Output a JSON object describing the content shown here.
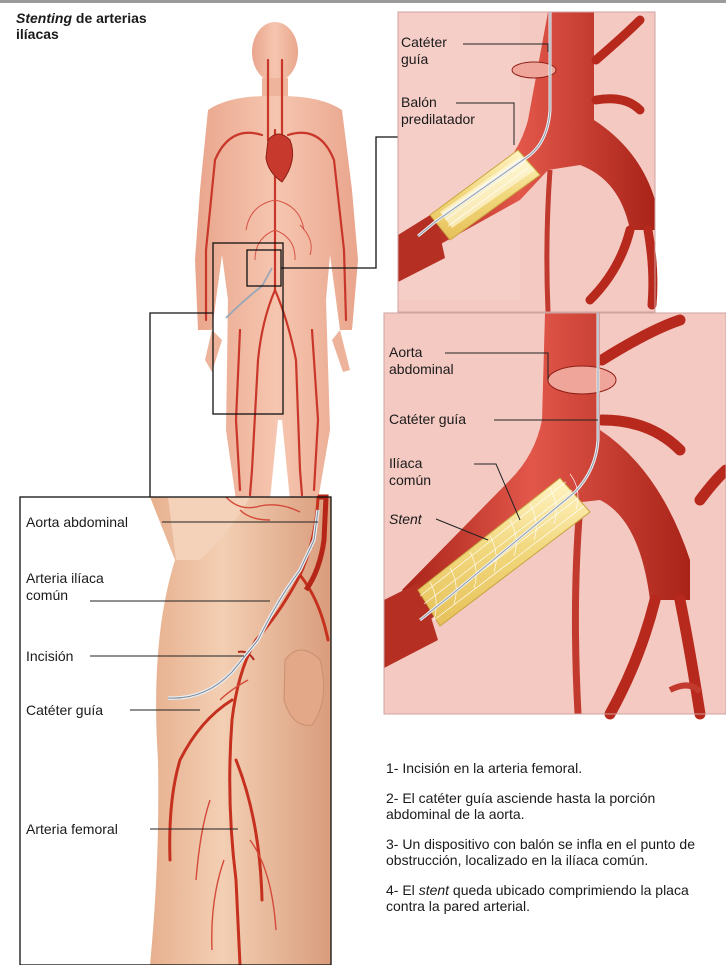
{
  "title": {
    "italic": "Stenting",
    "rest": " de arterias",
    "line2": "ilíacas"
  },
  "panel_top_labels": {
    "cateter_guia_1": "Catéter",
    "cateter_guia_2": "guía",
    "balon_1": "Balón",
    "balon_2": "predilatador"
  },
  "panel_mid_labels": {
    "aorta_1": "Aorta",
    "aorta_2": "abdominal",
    "cateter": "Catéter guía",
    "iliaca_1": "Ilíaca",
    "iliaca_2": "común",
    "stent": "Stent"
  },
  "panel_left_labels": {
    "aorta": "Aorta abdominal",
    "arteria_iliaca_1": "Arteria ilíaca",
    "arteria_iliaca_2": "común",
    "incision": "Incisión",
    "cateter": "Catéter guía",
    "femoral": "Arteria femoral"
  },
  "steps": {
    "s1": "1- Incisión en la arteria femoral.",
    "s2": "2- El catéter guía asciende hasta la porción abdominal de la aorta.",
    "s3": "3- Un dispositivo con balón se infla en el punto de obstrucción, localizado en la ilíaca común.",
    "s4_a": "4- El ",
    "s4_b": "stent",
    "s4_c": " queda ubicado comprimiendo la placa contra la pared arterial."
  },
  "colors": {
    "artery": "#c4362a",
    "skin": "#f2b9a0",
    "tissue": "#f4c7c0",
    "plaque": "#f1dc8a"
  }
}
